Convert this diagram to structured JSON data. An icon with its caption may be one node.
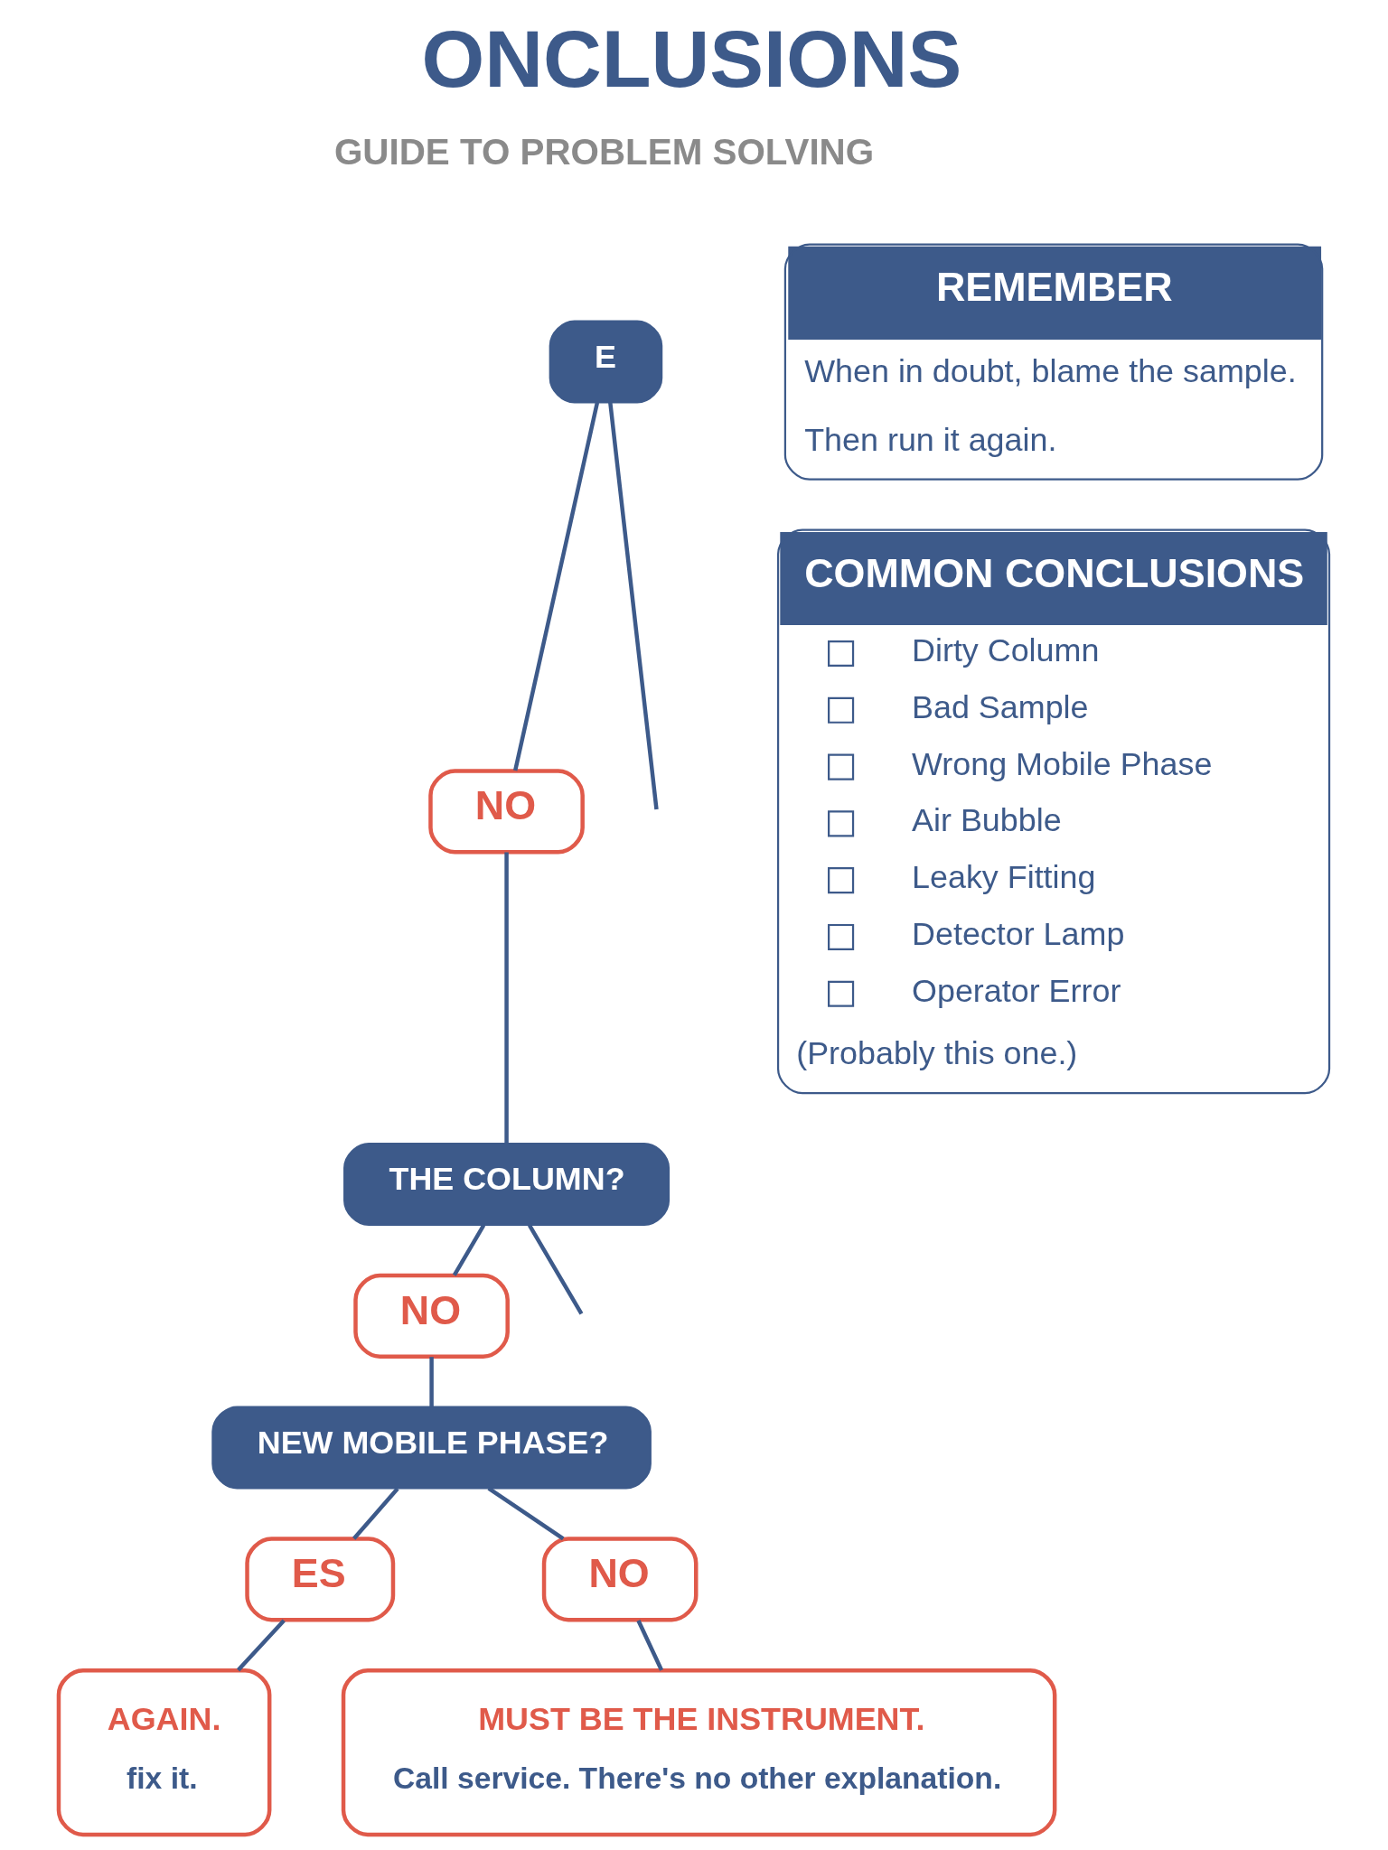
{
  "diagram": {
    "title": "ONCLUSIONS",
    "nodes": [
      {
        "text": [
          "E"
        ]
      },
      {
        "text": [
          "NO"
        ]
      },
      {
        "text": [
          "THE COLUMN?"
        ]
      },
      {
        "text": [
          "NO"
        ]
      },
      {
        "text": [
          "NEW MOBILE PHASE?"
        ]
      },
      {
        "text": [
          "ES"
        ]
      },
      {
        "text": [
          "NO"
        ]
      },
      {
        "text": [
          "AGAIN.",
          "fix it."
        ]
      },
      {
        "text": [
          "MUST BE THE INSTRUMENT.",
          "Call service. There's no other explanation."
        ]
      },
      {
        "text": [
          "REMEMBER",
          "When in doubt, blame the sample.",
          "Then run it again."
        ]
      },
      {
        "text": [
          "COMMON CONCLUSIONS",
          "Dirty Column",
          "Bad Sample",
          "Wrong Mobile Phase",
          "Air Bubble",
          "Leaky Fitting",
          "Detector Lamp",
          "Operator Error",
          "(Probably this one.)"
        ]
      }
    ],
    "edges": [
      {
        "from": 0,
        "to": null,
        "arrow": "none"
      },
      {
        "from": 0,
        "to": 1,
        "arrow": "none"
      },
      {
        "from": 1,
        "to": 2,
        "arrow": "none"
      },
      {
        "from": 2,
        "to": null,
        "arrow": "none"
      },
      {
        "from": 2,
        "to": 3,
        "arrow": "none"
      },
      {
        "from": 3,
        "to": 4,
        "arrow": "none"
      },
      {
        "from": 4,
        "to": 5,
        "arrow": "none"
      },
      {
        "from": 4,
        "to": 6,
        "arrow": "none"
      },
      {
        "from": 5,
        "to": 7,
        "arrow": "none"
      },
      {
        "from": 6,
        "to": 8,
        "arrow": "none"
      }
    ],
    "labels": [
      "GUIDE TO PROBLEM SOLVING"
    ]
  }
}
